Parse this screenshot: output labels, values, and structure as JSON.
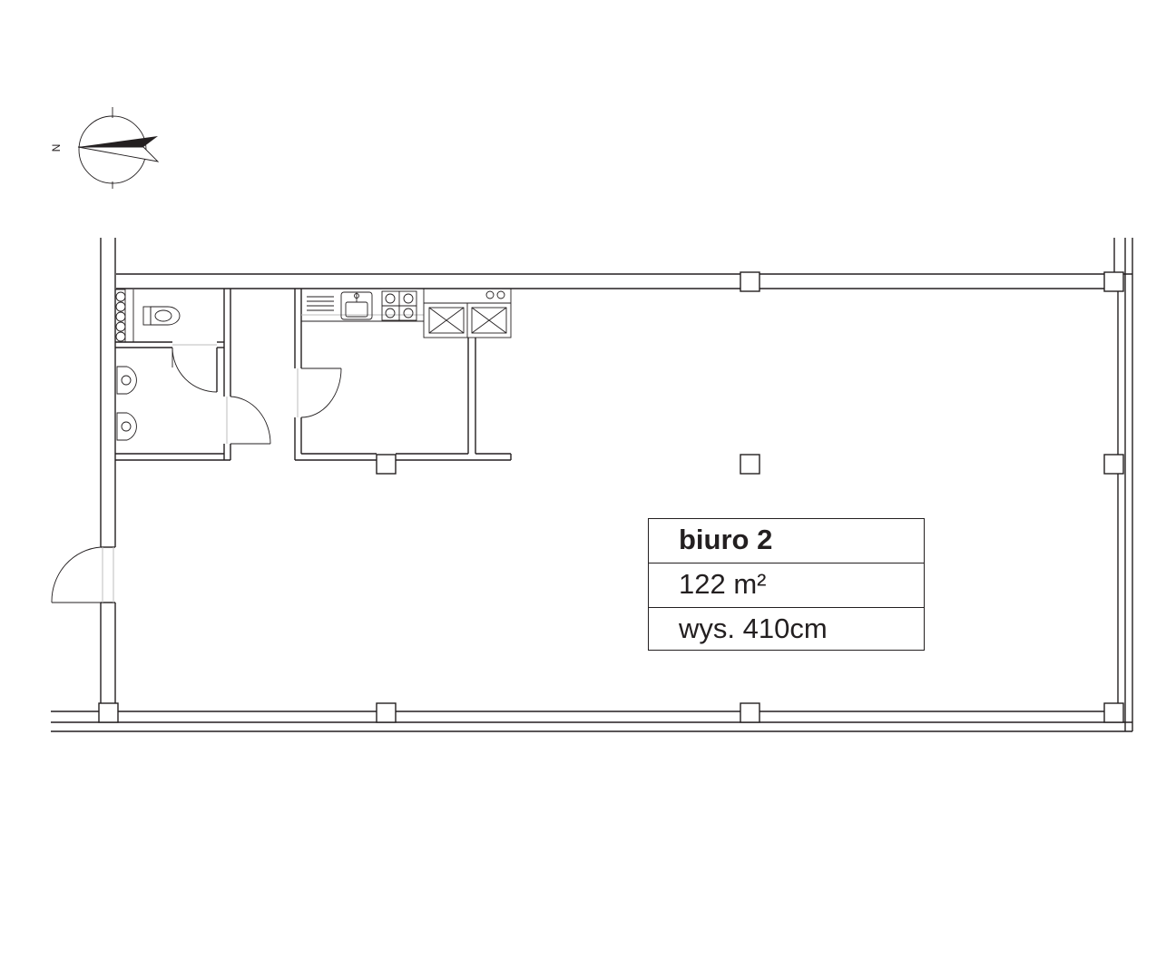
{
  "room": {
    "name": "biuro 2",
    "area": "122 m²",
    "height": "wys. 410cm"
  },
  "compass": {
    "label": "N"
  },
  "colors": {
    "line": "#231f20",
    "background": "#ffffff"
  }
}
